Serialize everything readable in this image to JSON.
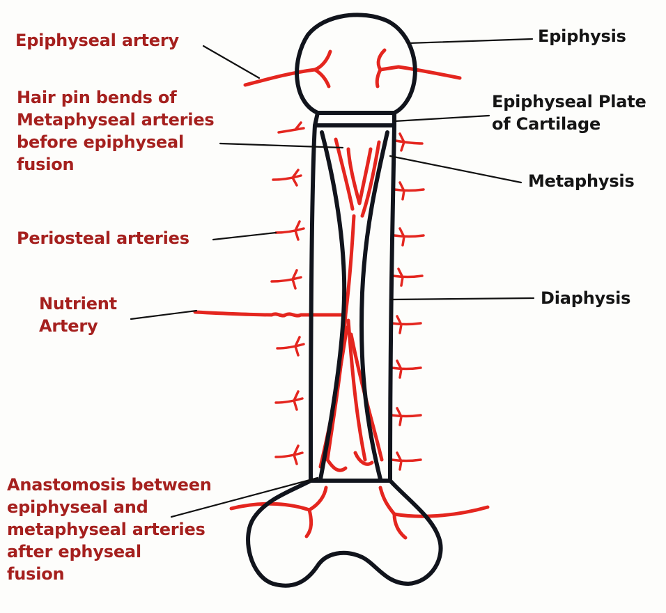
{
  "colors": {
    "bone_outline": "#11141c",
    "artery": "#e4261f",
    "label_left": "#a5201e",
    "label_right": "#151515",
    "background": "#fdfdfb"
  },
  "labels": {
    "epiphyseal_artery": "Epiphyseal artery",
    "hair_pin": [
      "Hair pin bends of",
      "Metaphyseal arteries",
      "before epiphyseal",
      "fusion"
    ],
    "periosteal": "Periosteal arteries",
    "nutrient": [
      "Nutrient",
      "Artery"
    ],
    "anastomosis": [
      "Anastomosis between",
      "epiphyseal and",
      "metaphyseal arteries",
      "after ephyseal",
      "fusion"
    ],
    "epiphysis": "Epiphysis",
    "plate": [
      "Epiphyseal Plate",
      "of Cartilage"
    ],
    "metaphysis": "Metaphysis",
    "diaphysis": "Diaphysis"
  }
}
